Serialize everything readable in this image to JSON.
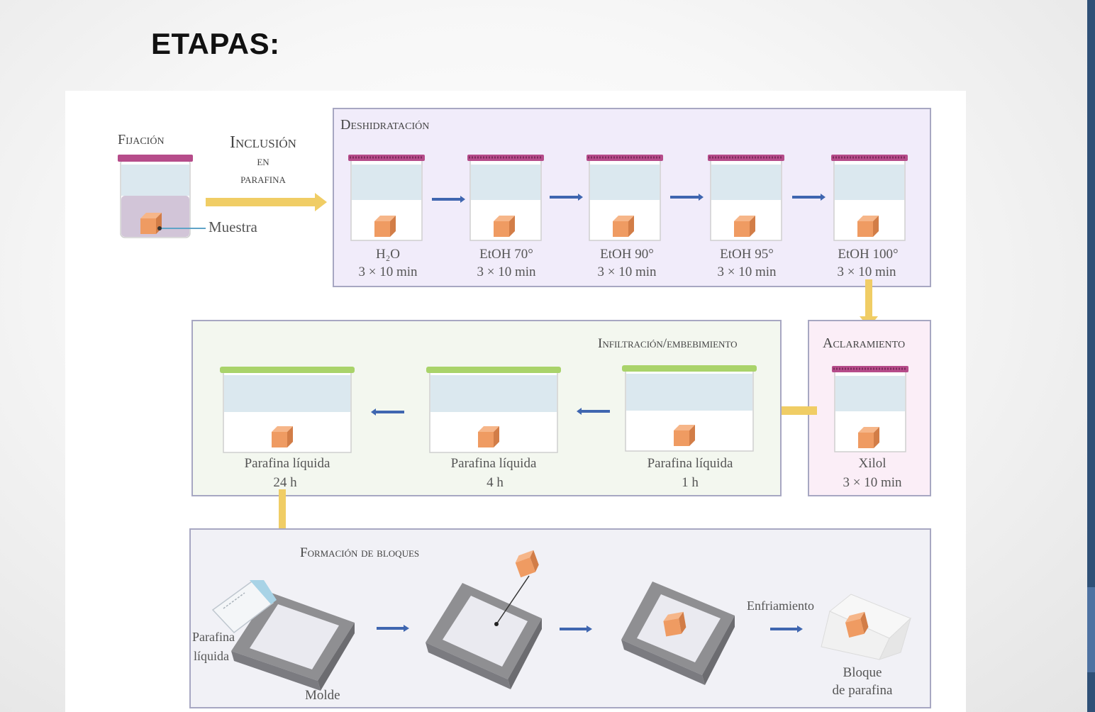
{
  "slide": {
    "title": "ETAPAS:"
  },
  "diagram": {
    "fijacion": {
      "title": "Fijación",
      "sample_label": "Muestra"
    },
    "inclusion": {
      "line1": "Inclusión",
      "line2": "en",
      "line3": "parafina"
    },
    "deshidratacion": {
      "title": "Deshidratación",
      "steps": [
        {
          "reagent": "H₂O",
          "time": "3 × 10 min"
        },
        {
          "reagent": "EtOH 70°",
          "time": "3 × 10 min"
        },
        {
          "reagent": "EtOH 90°",
          "time": "3 × 10 min"
        },
        {
          "reagent": "EtOH 95°",
          "time": "3 × 10 min"
        },
        {
          "reagent": "EtOH 100°",
          "time": "3 × 10 min"
        }
      ]
    },
    "aclaramiento": {
      "title": "Aclaramiento",
      "reagent": "Xilol",
      "time": "3 × 10 min"
    },
    "infiltracion": {
      "title": "Infiltración/embebimiento",
      "steps": [
        {
          "reagent": "Parafina líquida",
          "time": "24 h"
        },
        {
          "reagent": "Parafina líquida",
          "time": "4 h"
        },
        {
          "reagent": "Parafina líquida",
          "time": "1 h"
        }
      ]
    },
    "formacion": {
      "title": "Formación de bloques",
      "paraffin_line1": "Parafina",
      "paraffin_line2": "líquida",
      "mold_label": "Molde",
      "cooling_label": "Enfriamiento",
      "block_line1": "Bloque",
      "block_line2": "de parafina"
    }
  },
  "colors": {
    "panel_border": "#a7a7c2",
    "dehydration_bg": "#f1ecfa",
    "infiltration_bg": "#f3f7ef",
    "clearing_bg": "#fbeef7",
    "block_bg": "#f1f1f6",
    "tissue": "#ef9b62",
    "liquid": "#dbe8ef",
    "lid_pink": "#b64c8a",
    "lid_green": "#a9d36a",
    "yellow_arrow": "#f0cd65",
    "blue_arrow": "#3f66b0",
    "mold": "#8f8f92"
  }
}
